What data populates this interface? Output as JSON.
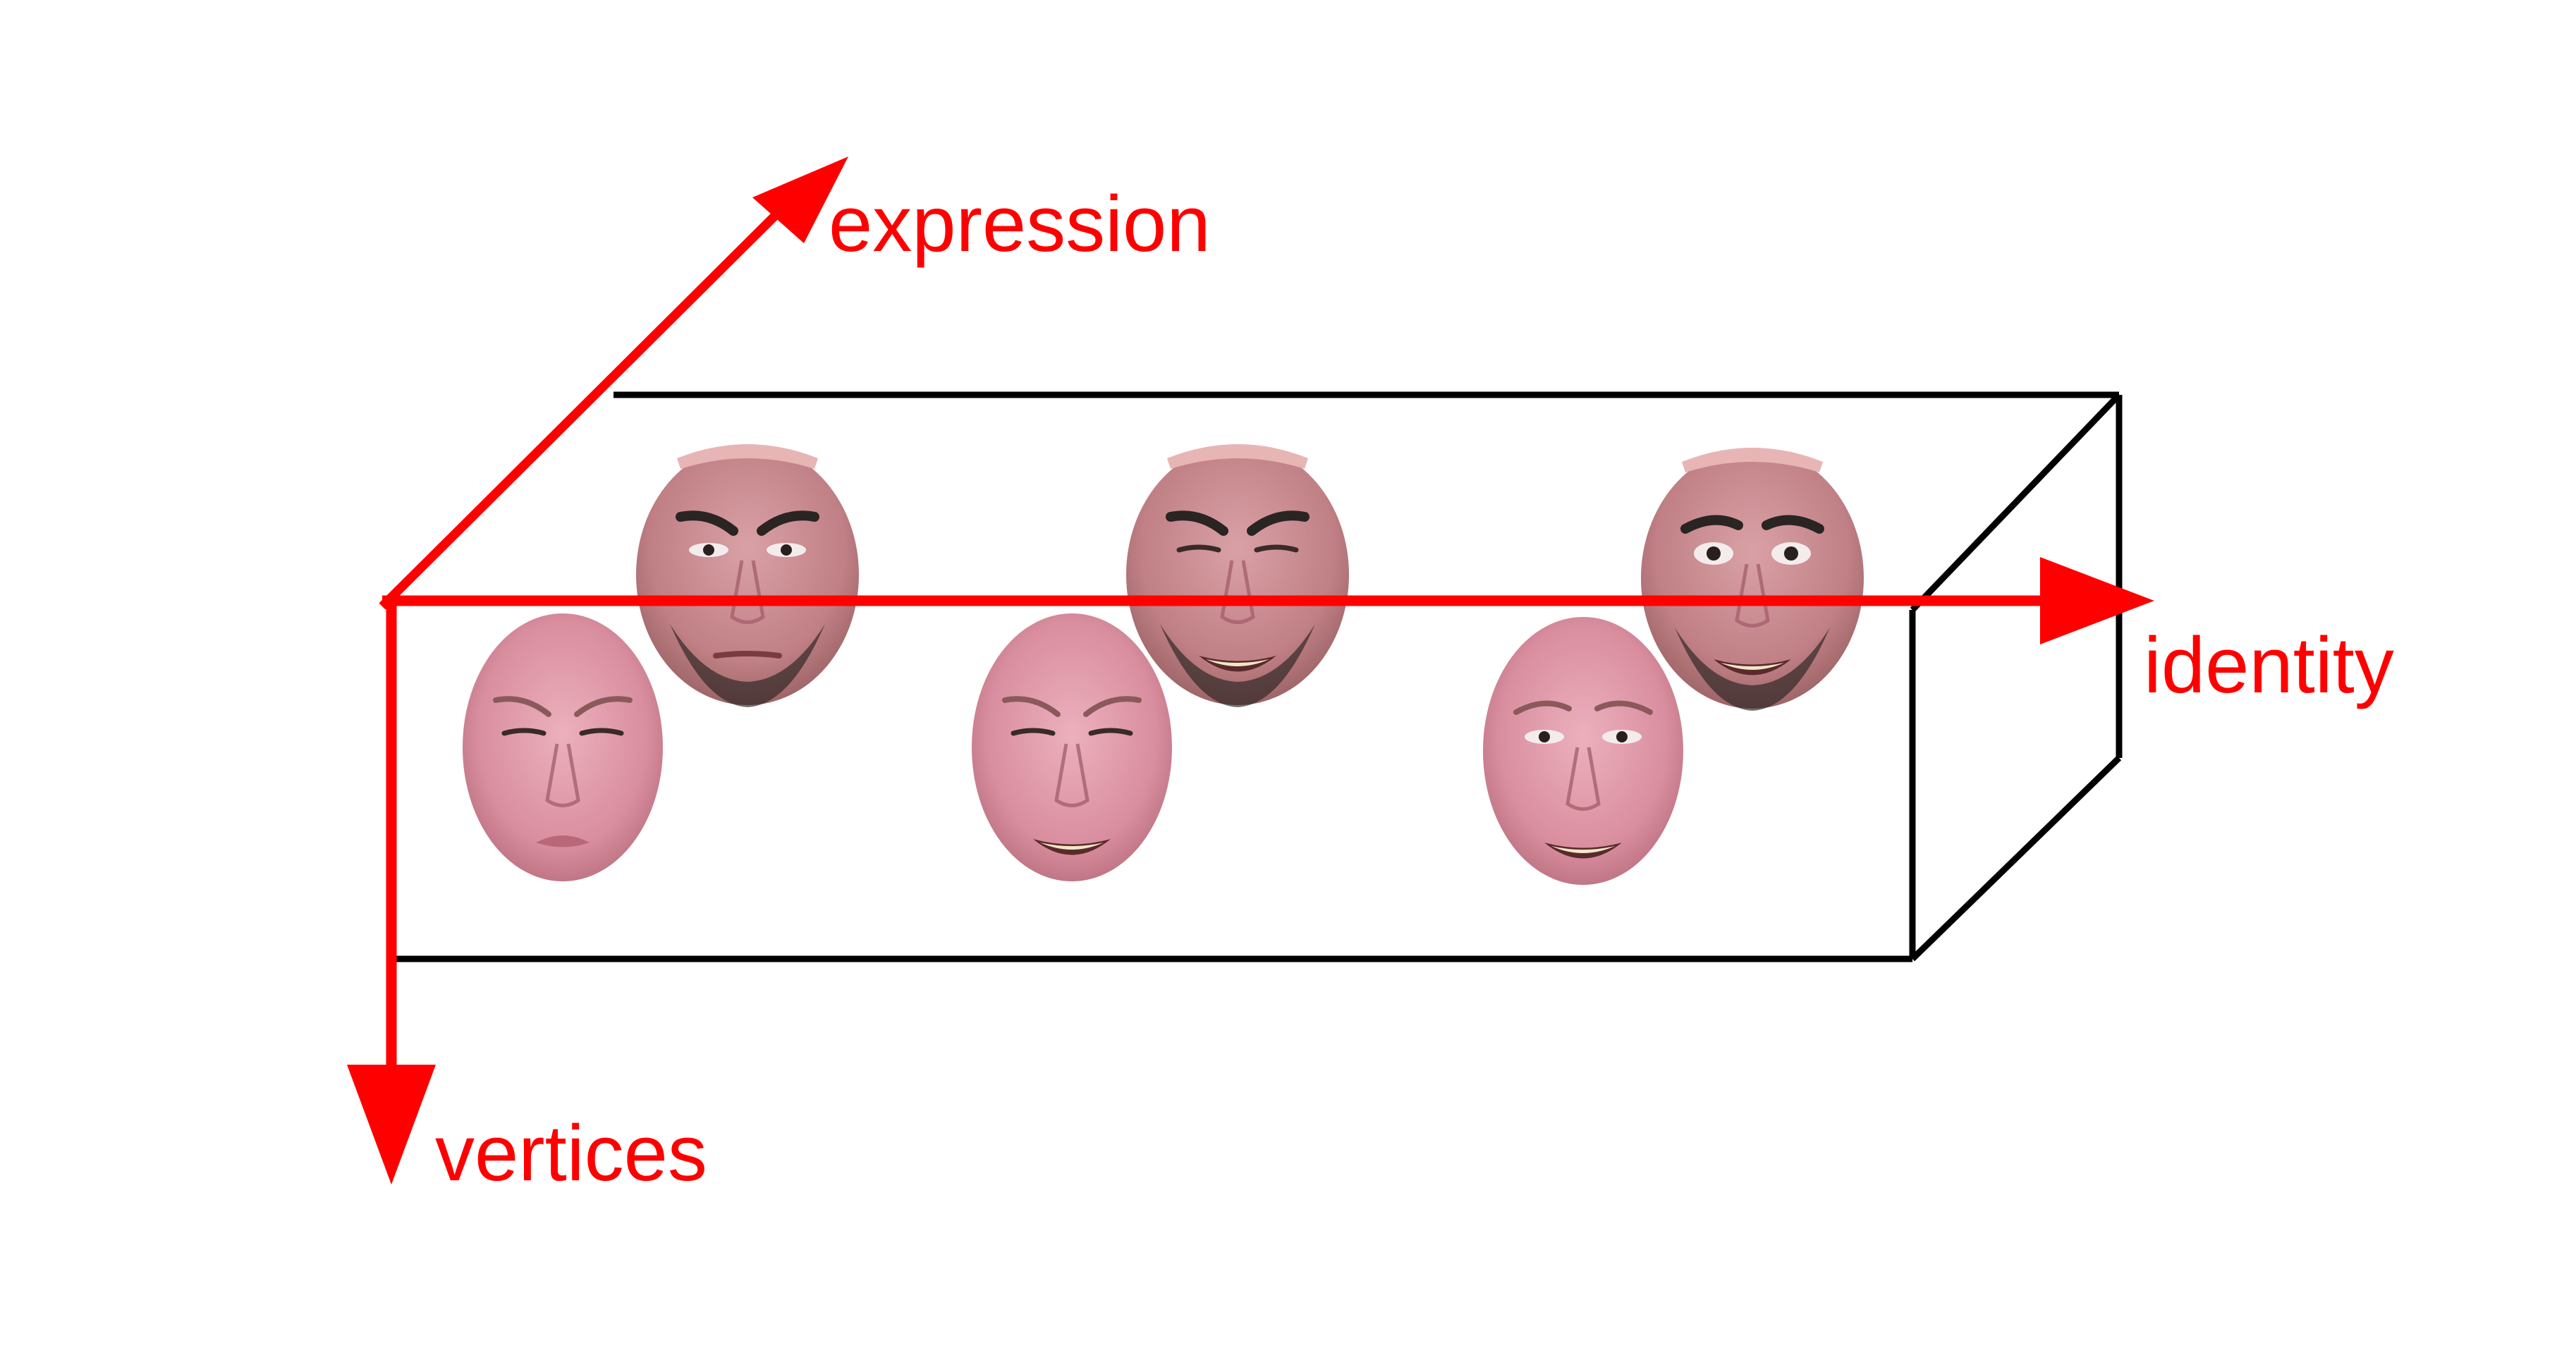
{
  "colors": {
    "axis": "#ff0000",
    "box_edge": "#000000",
    "skin_female": "#dd93a4",
    "skin_male": "#c98b90",
    "hair_dark": "#2a2422"
  },
  "axes": {
    "expression": "expression",
    "identity": "identity",
    "vertices": "vertices"
  },
  "faces": [
    {
      "identity": "female",
      "expression": "disgust"
    },
    {
      "identity": "female",
      "expression": "grimace"
    },
    {
      "identity": "female",
      "expression": "smile"
    },
    {
      "identity": "male",
      "expression": "frown"
    },
    {
      "identity": "male",
      "expression": "grimace"
    },
    {
      "identity": "male",
      "expression": "smile"
    }
  ]
}
